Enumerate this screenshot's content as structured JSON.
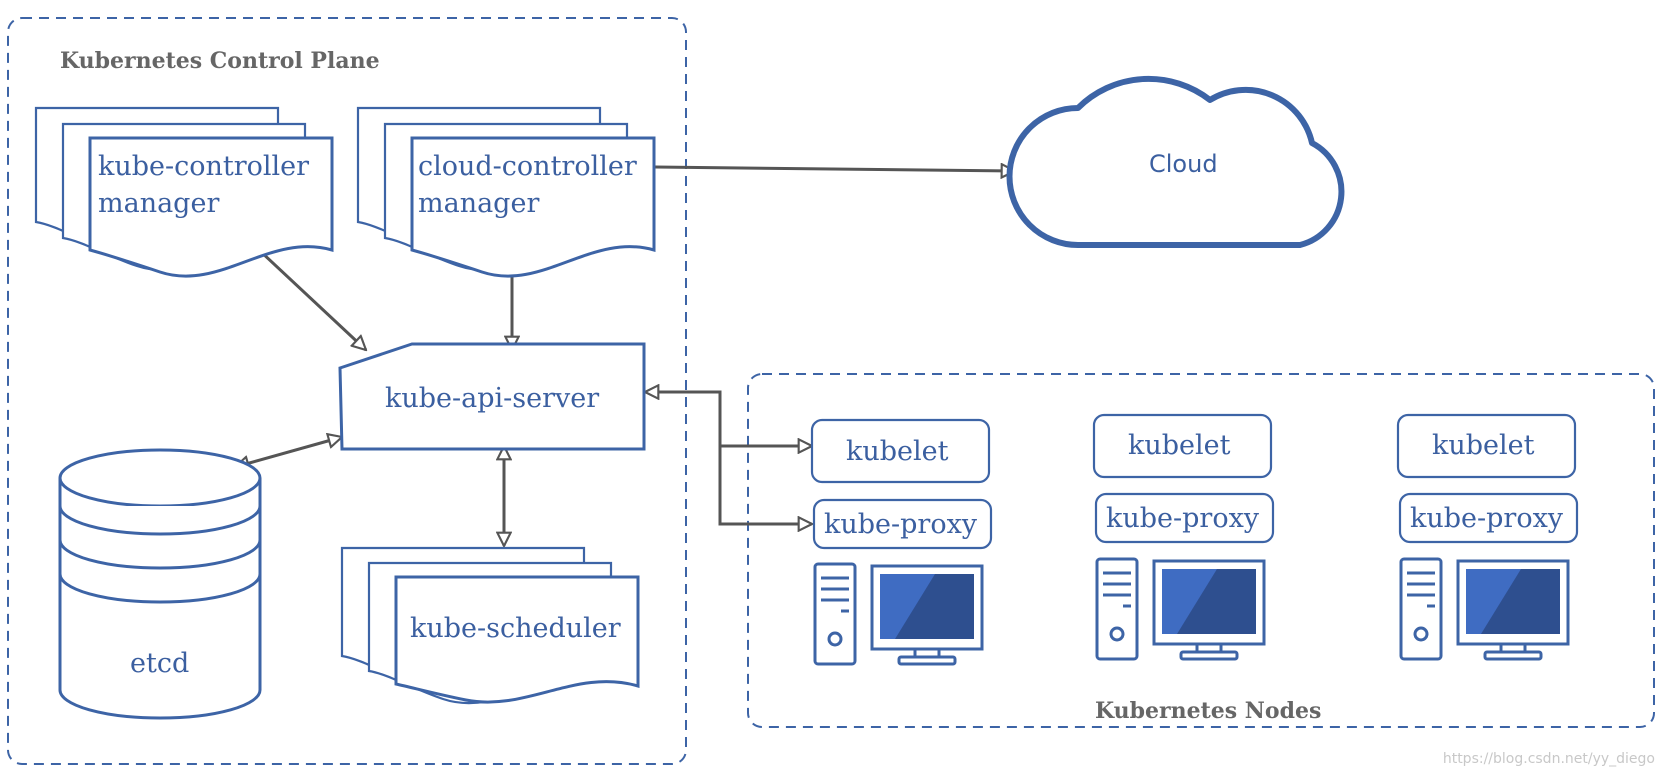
{
  "control_plane": {
    "title": "Kubernetes Control Plane",
    "kube_controller_manager": {
      "line1": "kube-controller",
      "line2": "manager"
    },
    "cloud_controller_manager": {
      "line1": "cloud-controller",
      "line2": "manager"
    },
    "kube_api_server": "kube-api-server",
    "etcd": "etcd",
    "kube_scheduler": "kube-scheduler"
  },
  "cloud": {
    "label": "Cloud"
  },
  "nodes": {
    "title": "Kubernetes Nodes",
    "items": [
      {
        "kubelet": "kubelet",
        "kube_proxy": "kube-proxy",
        "icon": "computer-icon"
      },
      {
        "kubelet": "kubelet",
        "kube_proxy": "kube-proxy",
        "icon": "computer-icon"
      },
      {
        "kubelet": "kubelet",
        "kube_proxy": "kube-proxy",
        "icon": "computer-icon"
      }
    ]
  },
  "watermark": "https://blog.csdn.net/yy_diego",
  "colors": {
    "primary": "#3d64a6",
    "monitor_fill": "#3f6cc2",
    "monitor_dark": "#2e4f8f",
    "connector": "#555555",
    "title": "#666666"
  }
}
